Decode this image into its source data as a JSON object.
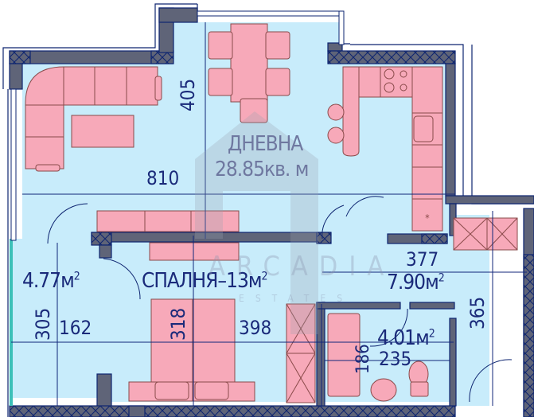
{
  "rooms": {
    "living": {
      "name": "ДНЕВНА",
      "area": "28.85кв. м"
    },
    "bedroom": {
      "name_area": "СПАЛНЯ–13м",
      "sup": "2"
    },
    "entry": {
      "area": "4.77м",
      "sup": "2"
    },
    "hall": {
      "area": "7.90м",
      "sup": "2"
    },
    "bathroom": {
      "area": "4.01м",
      "sup": "2"
    }
  },
  "dimensions": {
    "living_height": "405",
    "living_width": "810",
    "entry_height": "305",
    "entry_width": "162",
    "bedroom_height": "318",
    "bedroom_width": "398",
    "hall_width": "377",
    "hall_height": "365",
    "bath_height": "186",
    "bath_width": "235"
  },
  "watermark": {
    "brand": "ARCADIA",
    "sub": "ESTATES"
  },
  "colors": {
    "floor": "#c8ecfb",
    "furniture": "#f7a9b9",
    "furniture_stroke": "#8a4a4a",
    "wall": "#5f6478",
    "wall_stroke": "#0d2470",
    "dim_line": "#10267a",
    "watermark": "#9aa0b0"
  }
}
